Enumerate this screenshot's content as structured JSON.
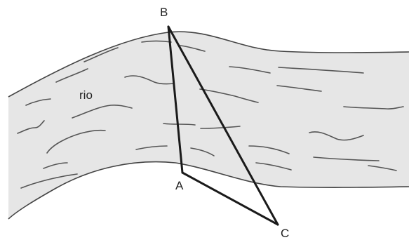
{
  "river": {
    "label": "rio",
    "fill_color": "#e6e6e6",
    "edge_color": "#444444",
    "wave_color": "#555555"
  },
  "triangle": {
    "stroke_color": "#1a1a1a",
    "vertices": [
      {
        "id": "A",
        "label": "A"
      },
      {
        "id": "B",
        "label": "B"
      },
      {
        "id": "C",
        "label": "C"
      }
    ]
  }
}
